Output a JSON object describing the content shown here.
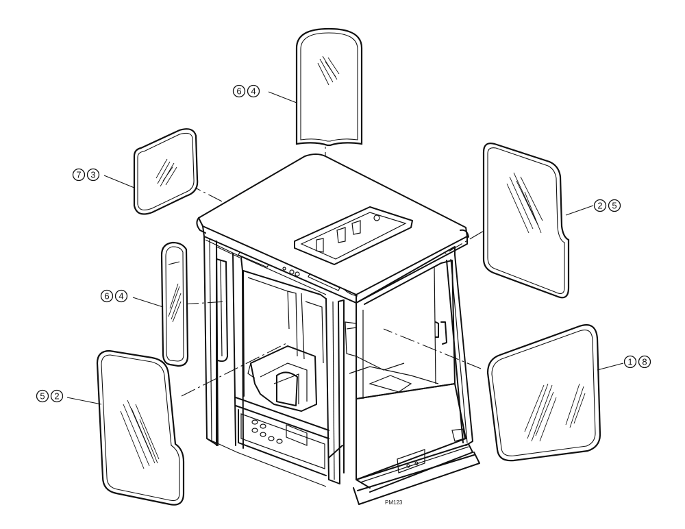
{
  "drawing_code": "PM123",
  "callouts": [
    {
      "id": "top",
      "refs": [
        "6",
        "4"
      ]
    },
    {
      "id": "rear-left-upper",
      "refs": [
        "7",
        "3"
      ]
    },
    {
      "id": "right-upper",
      "refs": [
        "2",
        "5"
      ]
    },
    {
      "id": "left-narrow",
      "refs": [
        "6",
        "4"
      ]
    },
    {
      "id": "front",
      "refs": [
        "1",
        "8"
      ]
    },
    {
      "id": "left-door",
      "refs": [
        "5",
        "2"
      ]
    }
  ]
}
